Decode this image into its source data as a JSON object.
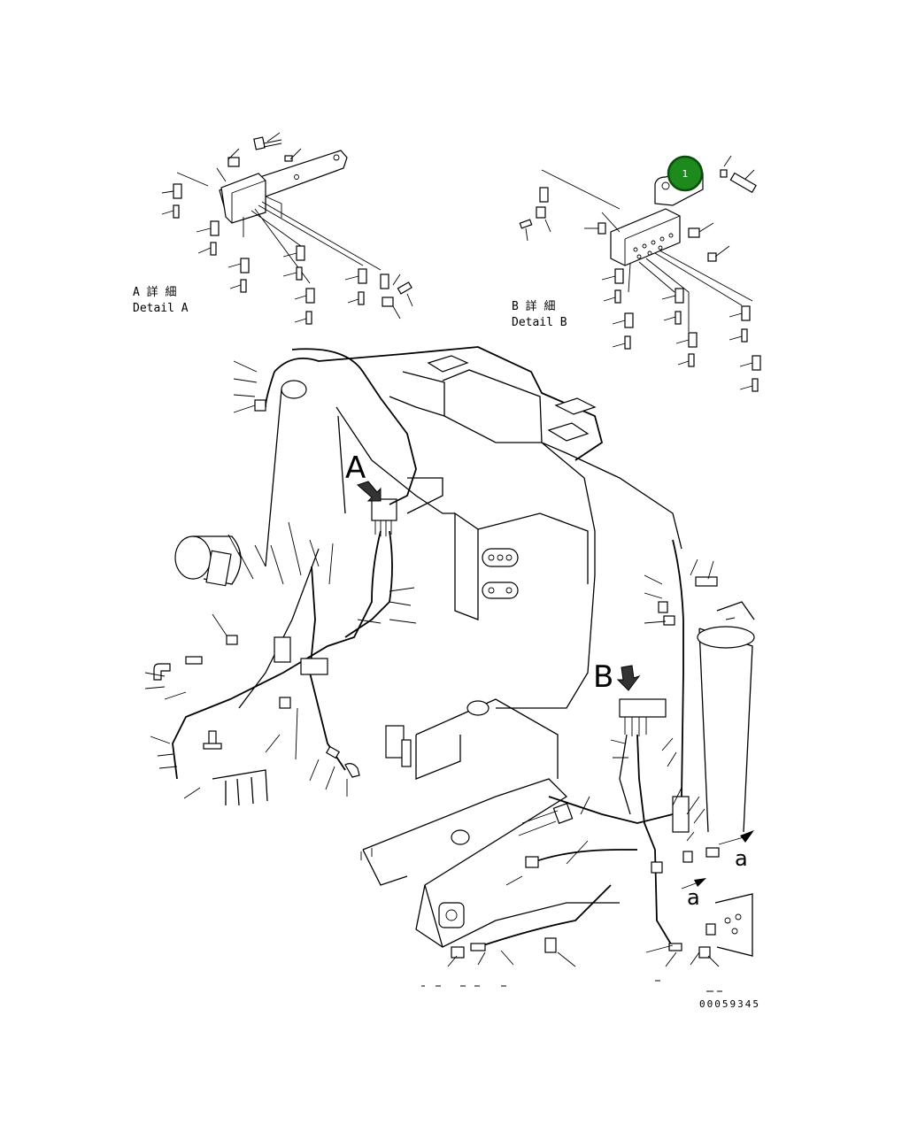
{
  "detail_a": {
    "jp": "A 詳 細",
    "en": "Detail A"
  },
  "detail_b": {
    "jp": "B 詳 細",
    "en": "Detail B"
  },
  "view_labels": {
    "a_upper": "A",
    "b_upper": "B",
    "a_lower_1": "a",
    "a_lower_2": "a"
  },
  "badge": {
    "number": "1",
    "color": "#1e8a1e",
    "border": "#0b4d0b"
  },
  "drawing_number": "00059345"
}
